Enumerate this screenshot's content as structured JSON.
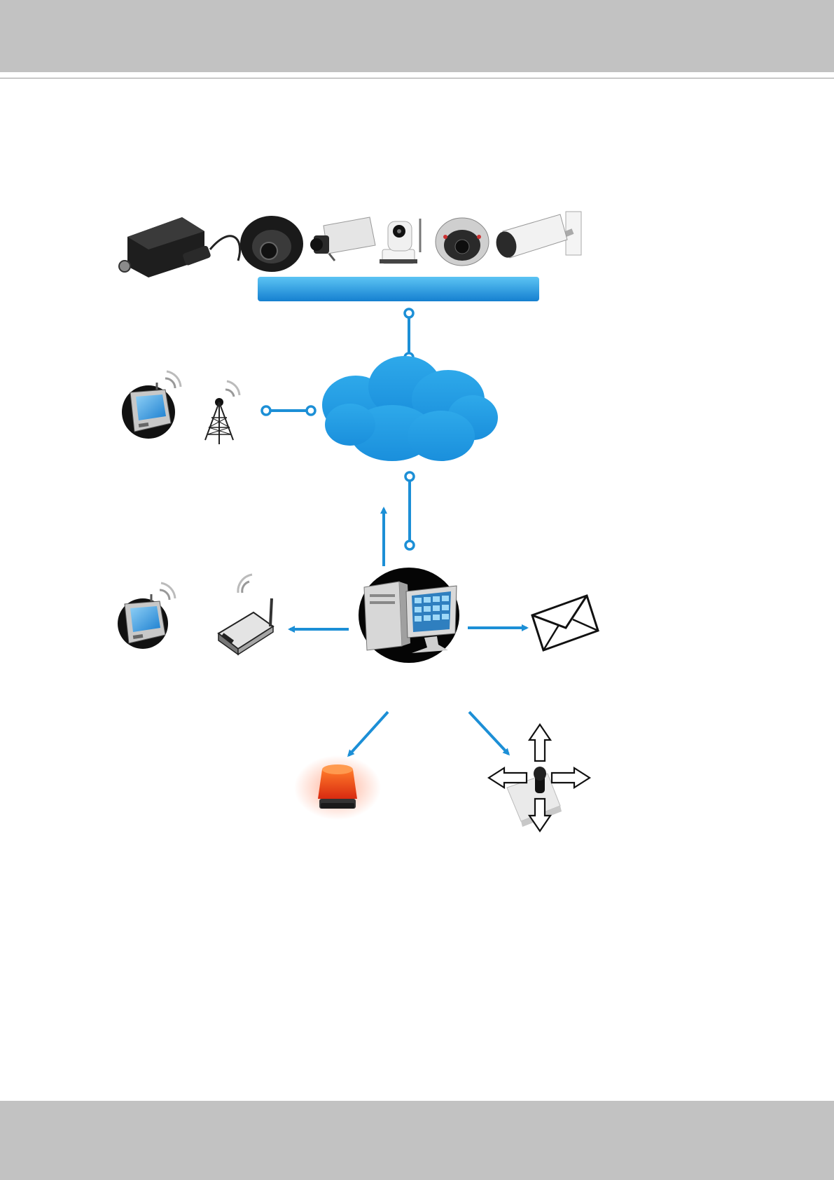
{
  "page": {
    "header_color": "#c2c2c2",
    "footer_color": "#c2c2c2"
  },
  "diagram": {
    "accent_color": "#1c8fd6",
    "nodes": [
      {
        "id": "camera-row",
        "icon": "ip-cameras"
      },
      {
        "id": "camera-bus",
        "icon": "network-bar"
      },
      {
        "id": "internet",
        "icon": "cloud"
      },
      {
        "id": "mobile-device-top",
        "icon": "pda-icon"
      },
      {
        "id": "cell-tower",
        "icon": "cell-tower-icon"
      },
      {
        "id": "vms-workstation",
        "icon": "computer-workstation-icon"
      },
      {
        "id": "mobile-device-bottom",
        "icon": "pda-icon"
      },
      {
        "id": "gsm-modem",
        "icon": "wireless-modem-icon"
      },
      {
        "id": "email",
        "icon": "envelope-icon"
      },
      {
        "id": "alarm-siren",
        "icon": "siren-icon"
      },
      {
        "id": "ptz-joystick",
        "icon": "joystick-icon"
      }
    ],
    "links": [
      {
        "from": "camera-bus",
        "to": "internet",
        "style": "connector"
      },
      {
        "from": "cell-tower",
        "to": "internet",
        "style": "connector"
      },
      {
        "from": "internet",
        "to": "vms-workstation",
        "style": "connector"
      },
      {
        "from": "vms-workstation",
        "to": "internet",
        "style": "arrow"
      },
      {
        "from": "vms-workstation",
        "to": "gsm-modem",
        "style": "arrow"
      },
      {
        "from": "vms-workstation",
        "to": "email",
        "style": "arrow"
      },
      {
        "from": "vms-workstation",
        "to": "alarm-siren",
        "style": "arrow"
      },
      {
        "from": "vms-workstation",
        "to": "ptz-joystick",
        "style": "arrow"
      }
    ]
  }
}
